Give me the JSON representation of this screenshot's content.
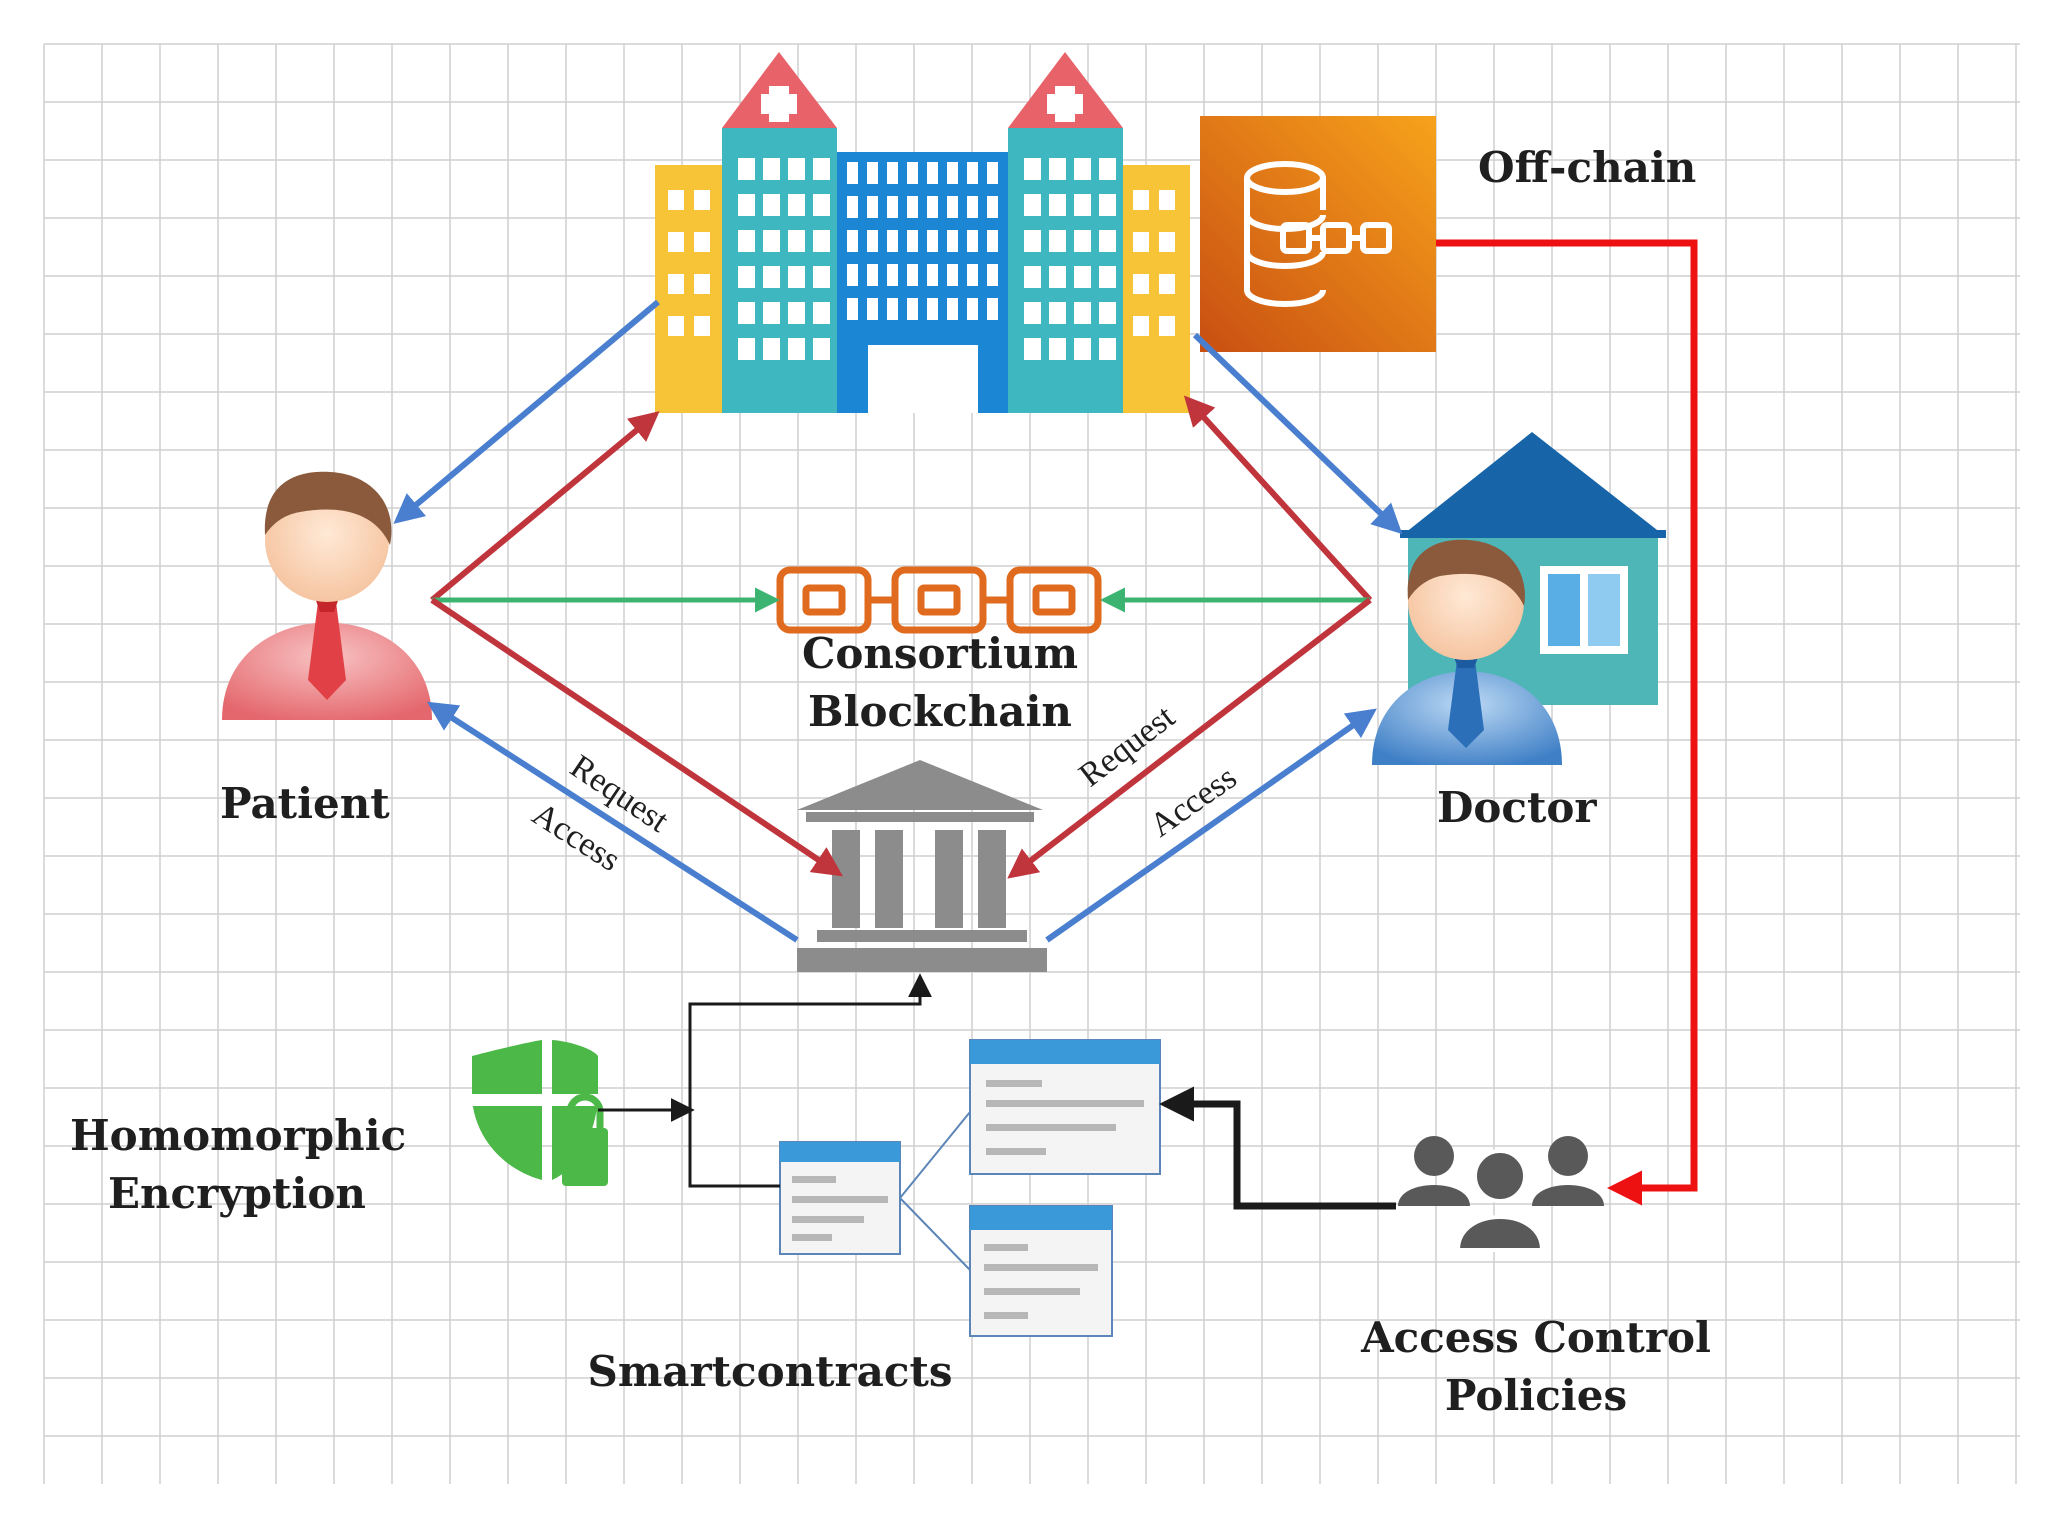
{
  "labels": {
    "off_chain": "Off-chain",
    "patient": "Patient",
    "doctor": "Doctor",
    "blockchain_line1": "Consortium",
    "blockchain_line2": "Blockchain",
    "encryption_line1": "Homomorphic",
    "encryption_line2": "Encryption",
    "smartcontracts": "Smartcontracts",
    "policies_line1": "Access Control",
    "policies_line2": "Policies"
  },
  "edge_labels": {
    "patient_request": "Request",
    "patient_access": "Access",
    "doctor_request": "Request",
    "doctor_access": "Access"
  },
  "colors": {
    "grid": "#cfcfcf",
    "request_arrow": "#c0343c",
    "access_arrow": "#4a7fd0",
    "blockchain_arrow": "#3cb371",
    "offchain_arrow": "#ee1111",
    "flow_arrow": "#1a1a1a",
    "hospital_teal": "#3fb7c0",
    "hospital_blue": "#1a86d4",
    "hospital_yellow": "#f7c437",
    "hospital_roof": "#e8626a",
    "offchain_orange": "#f28a12",
    "chain_orange": "#e06a1d",
    "bank_grey": "#8c8c8c",
    "shield_green": "#4cb848",
    "window_blue": "#3a9ad9"
  },
  "icons": {
    "hospital": "hospital-icon",
    "offchain": "offchain-database-icon",
    "patient": "patient-avatar-icon",
    "doctor": "doctor-avatar-icon",
    "doctor_house": "house-icon",
    "blockchain": "chain-link-icon",
    "bank": "bank-building-icon",
    "shield": "shield-lock-icon",
    "contracts": "smart-contract-window-icon",
    "group": "user-group-icon"
  }
}
